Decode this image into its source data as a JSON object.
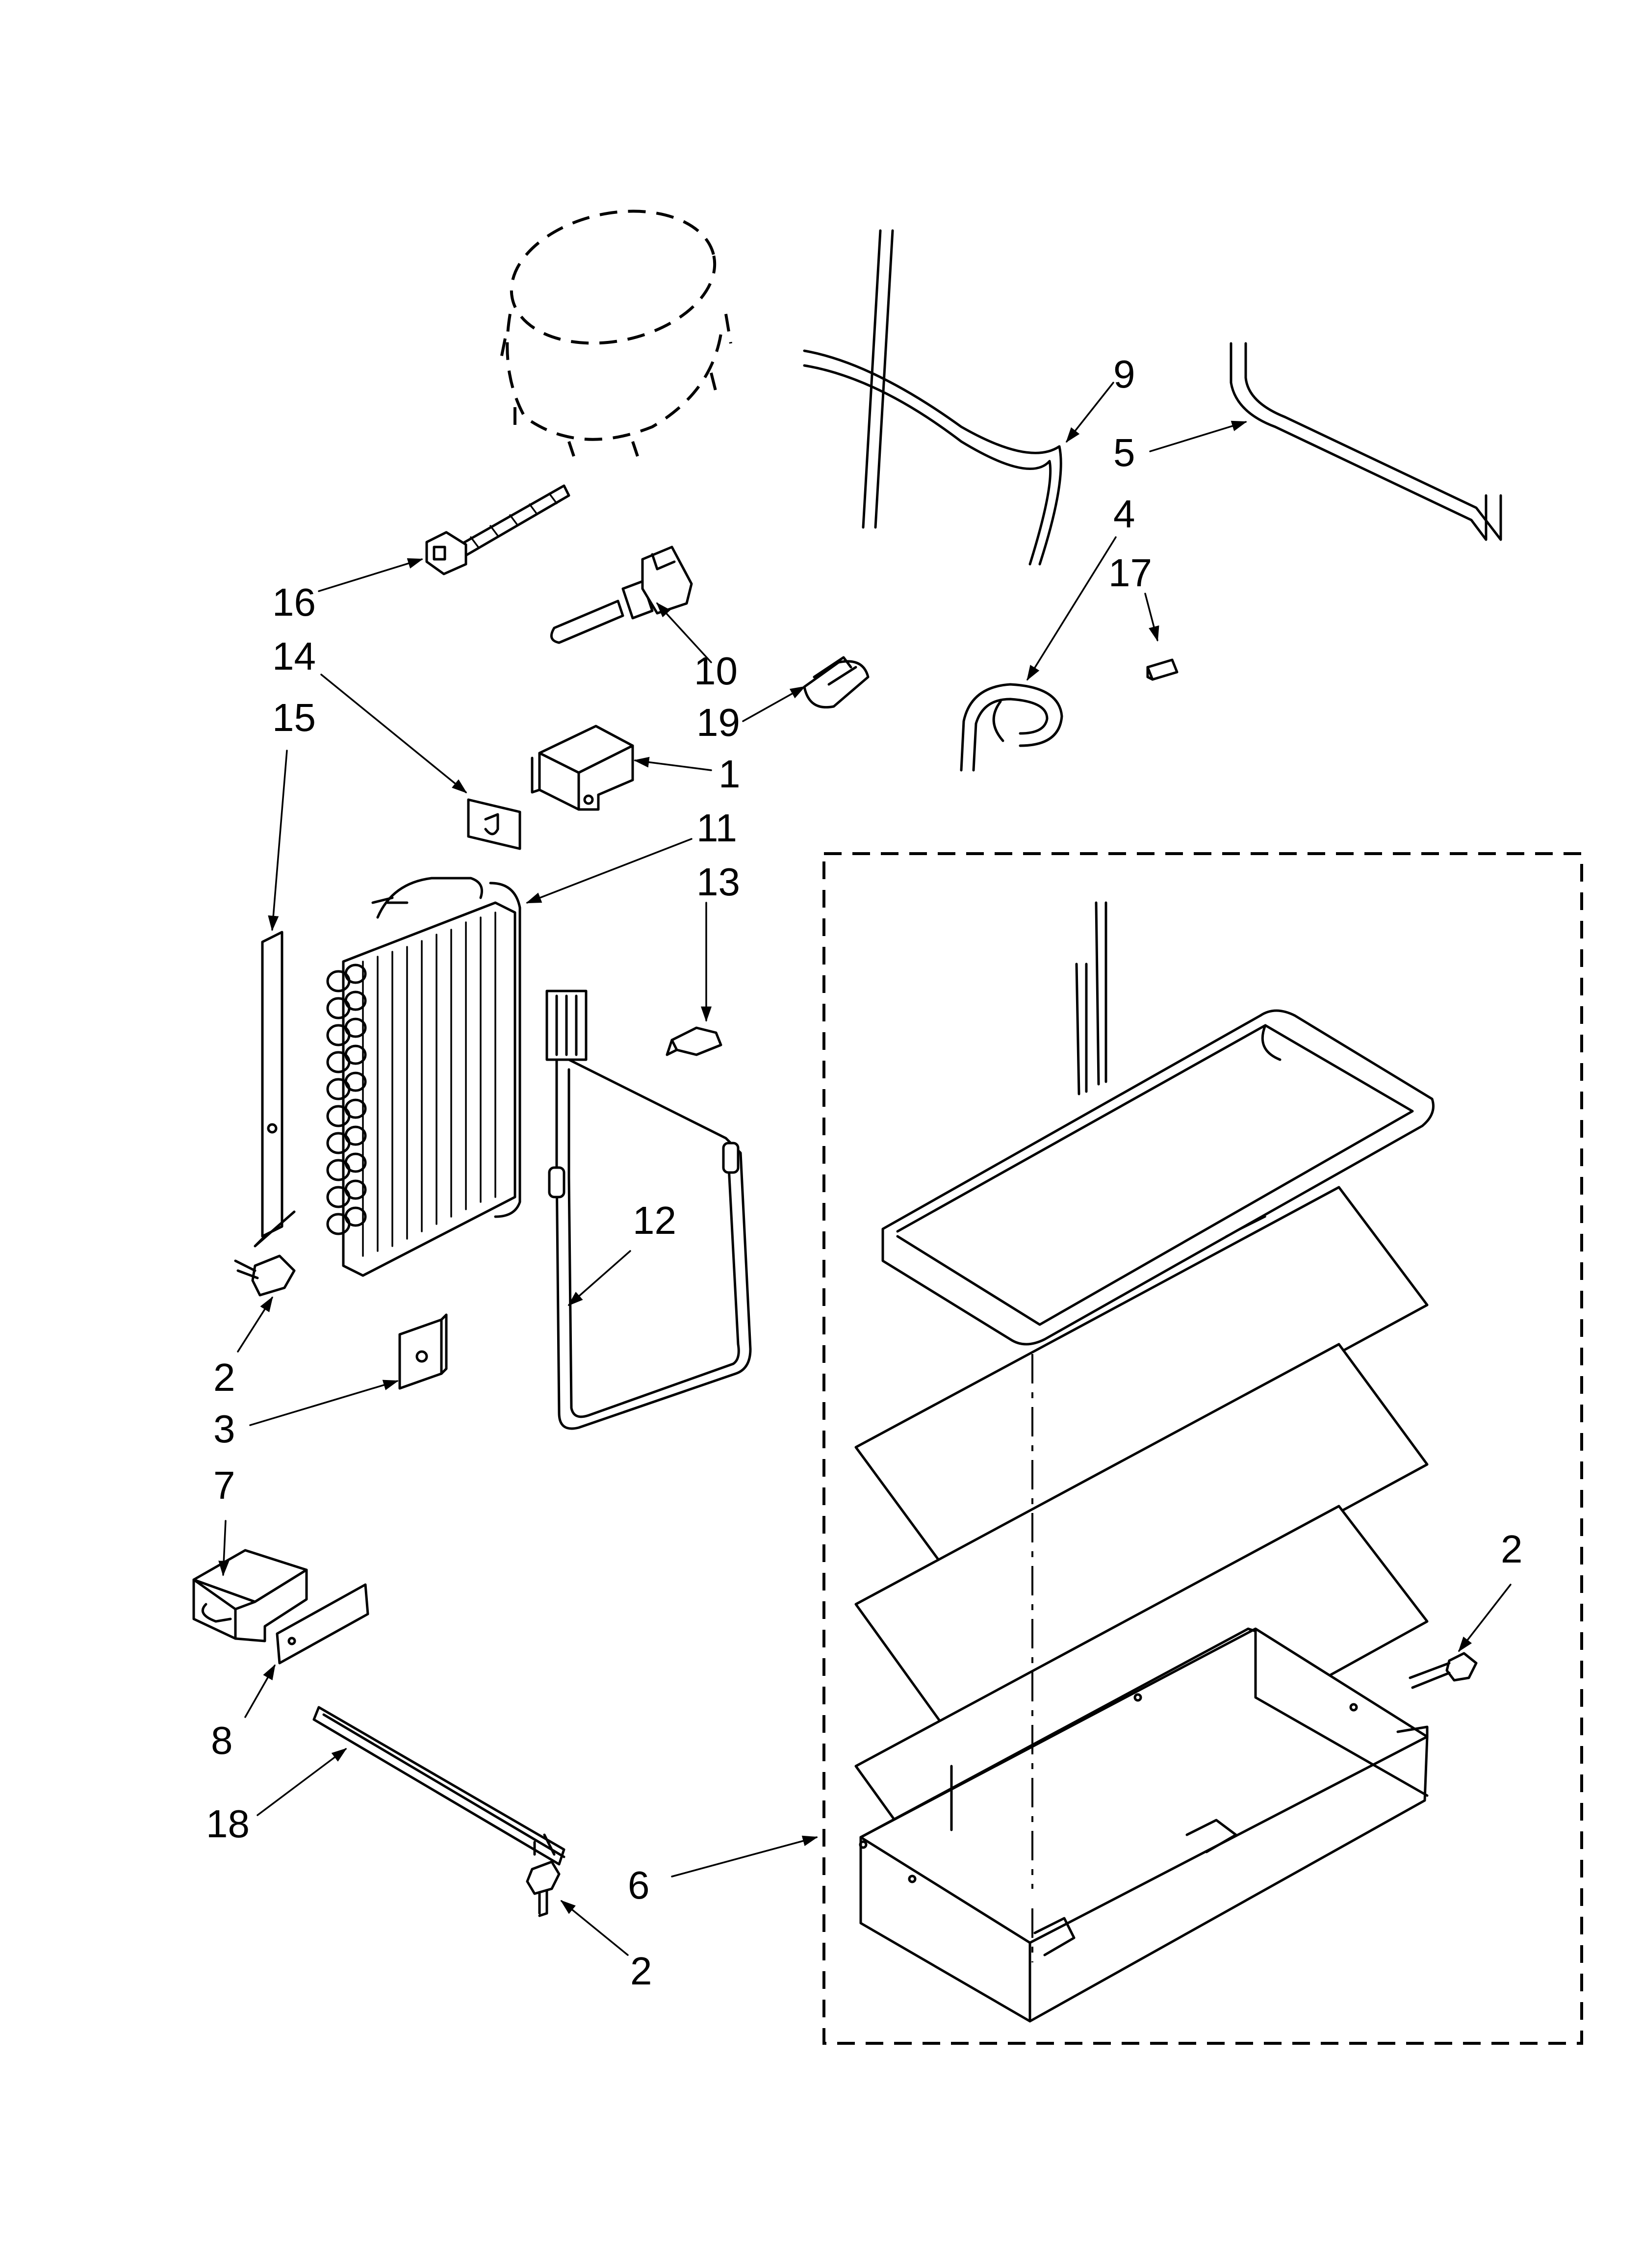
{
  "callouts": [
    {
      "id": "c9",
      "label": "9"
    },
    {
      "id": "c5",
      "label": "5"
    },
    {
      "id": "c4",
      "label": "4"
    },
    {
      "id": "c17",
      "label": "17"
    },
    {
      "id": "c16",
      "label": "16"
    },
    {
      "id": "c10",
      "label": "10"
    },
    {
      "id": "c14",
      "label": "14"
    },
    {
      "id": "c19",
      "label": "19"
    },
    {
      "id": "c15",
      "label": "15"
    },
    {
      "id": "c1",
      "label": "1"
    },
    {
      "id": "c11",
      "label": "11"
    },
    {
      "id": "c13",
      "label": "13"
    },
    {
      "id": "c12",
      "label": "12"
    },
    {
      "id": "c2a",
      "label": "2"
    },
    {
      "id": "c3",
      "label": "3"
    },
    {
      "id": "c7",
      "label": "7"
    },
    {
      "id": "c2b",
      "label": "2"
    },
    {
      "id": "c8",
      "label": "8"
    },
    {
      "id": "c18",
      "label": "18"
    },
    {
      "id": "c6",
      "label": "6"
    },
    {
      "id": "c2c",
      "label": "2"
    }
  ]
}
